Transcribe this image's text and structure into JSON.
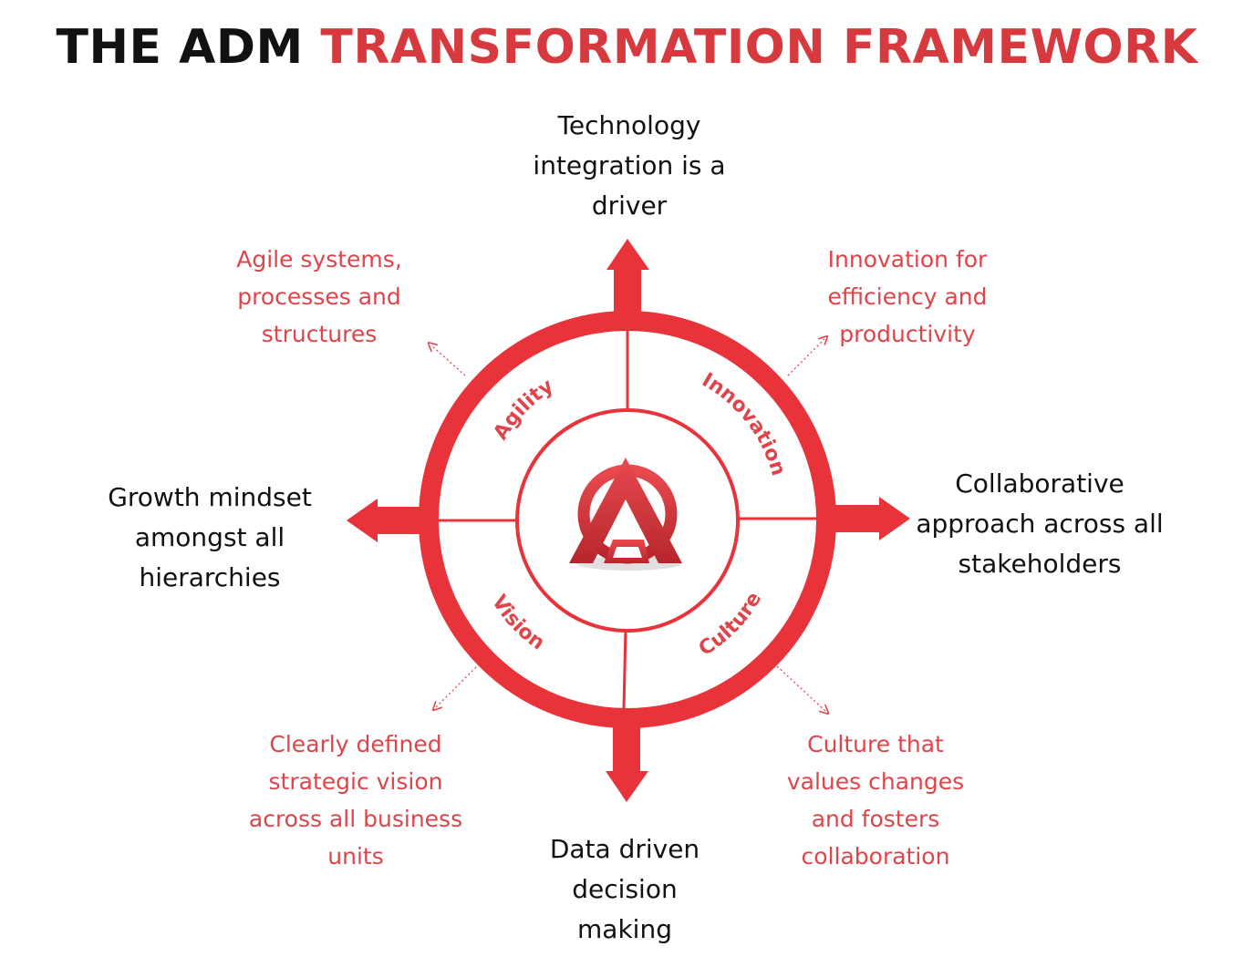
{
  "title": {
    "part1": "THE ADM",
    "part2": "TRANSFORMATION FRAMEWORK"
  },
  "colors": {
    "accent_red": "#e8333a",
    "title_red": "#d63a3f",
    "text_red": "#e0444b",
    "text_black": "#111111"
  },
  "quadrants": {
    "agility": "Agility",
    "innovation": "Innovation",
    "vision": "Vision",
    "culture": "Culture"
  },
  "directions": {
    "top": [
      "Technology",
      "integration is a",
      "driver"
    ],
    "left": [
      "Growth mindset",
      "amongst all",
      "hierarchies"
    ],
    "right": [
      "Collaborative",
      "approach across all",
      "stakeholders"
    ],
    "bottom": [
      "Data driven",
      "decision",
      "making"
    ]
  },
  "callouts": {
    "top_left": [
      "Agile systems,",
      "processes and",
      "structures"
    ],
    "top_right": [
      "Innovation for",
      "efficiency and",
      "productivity"
    ],
    "bottom_left": [
      "Clearly defined",
      "strategic vision",
      "across all business",
      "units"
    ],
    "bottom_right": [
      "Culture that",
      "values changes",
      "and fosters",
      "collaboration"
    ]
  },
  "center_logo": "adm-logo"
}
